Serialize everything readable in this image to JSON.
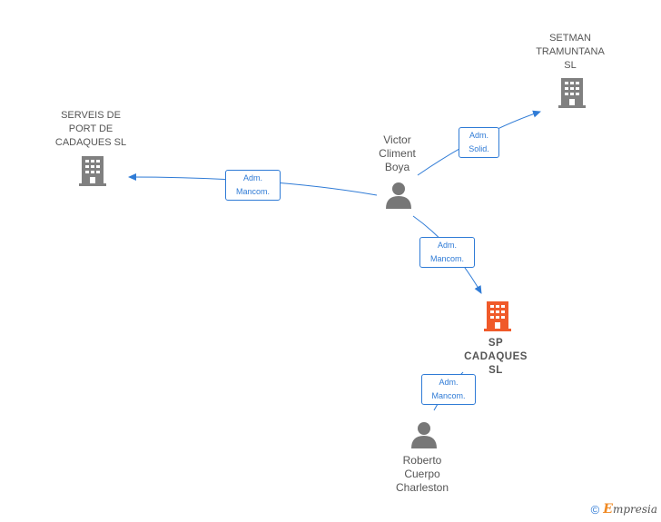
{
  "nodes": {
    "victor": {
      "label": "Victor\nCliment\nBoya",
      "type": "person"
    },
    "roberto": {
      "label": "Roberto\nCuerpo\nCharleston",
      "type": "person"
    },
    "serveis": {
      "label": "SERVEIS DE\nPORT DE\nCADAQUES SL",
      "type": "company"
    },
    "setman": {
      "label": "SETMAN\nTRAMUNTANA\nSL",
      "type": "company"
    },
    "sp": {
      "label": "SP\nCADAQUES\nSL",
      "type": "company-focus"
    }
  },
  "edges": [
    {
      "from": "victor",
      "to": "serveis",
      "label_line1": "Adm.",
      "label_line2": "Mancom."
    },
    {
      "from": "victor",
      "to": "setman",
      "label_line1": "Adm.",
      "label_line2": "Solid."
    },
    {
      "from": "victor",
      "to": "sp",
      "label_line1": "Adm.",
      "label_line2": "Mancom."
    },
    {
      "from": "roberto",
      "to": "sp",
      "label_line1": "Adm.",
      "label_line2": "Mancom."
    }
  ],
  "colors": {
    "edge": "#2f7bd6",
    "company": "#808080",
    "focus": "#f05a2a",
    "person": "#777777"
  },
  "footer": {
    "copyright_symbol": "©",
    "brand_first": "E",
    "brand_rest": "mpresia"
  }
}
